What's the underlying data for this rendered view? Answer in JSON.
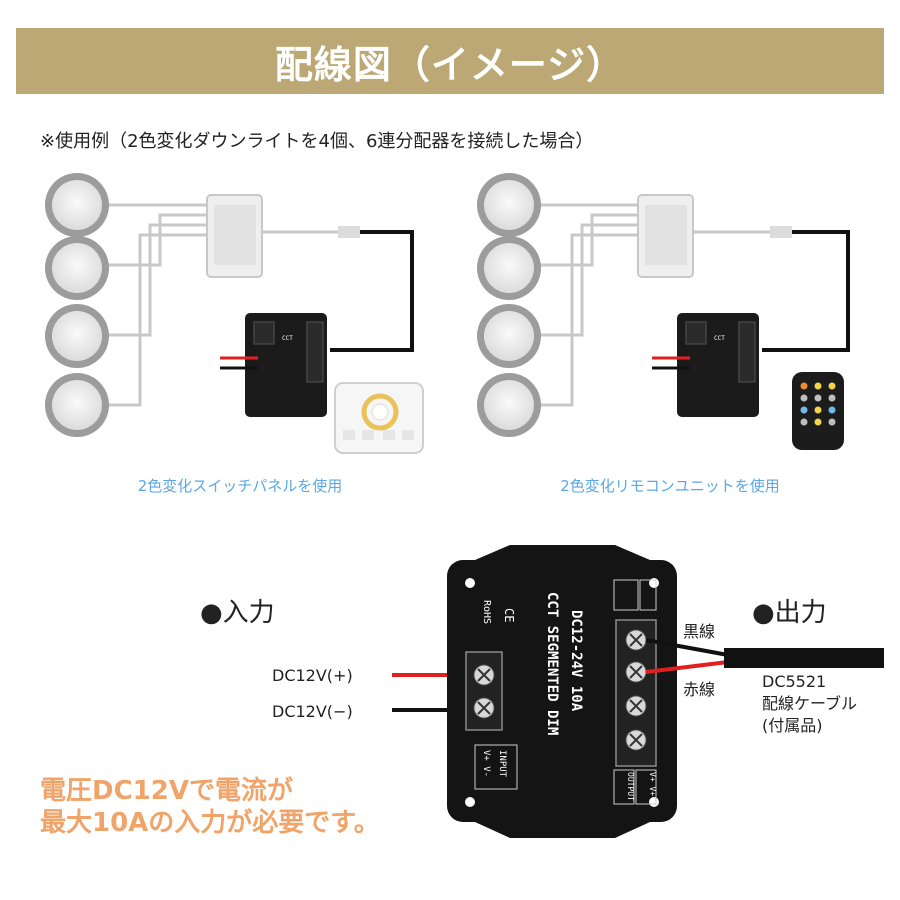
{
  "header": {
    "title": "配線図（イメージ）"
  },
  "usage_note": "※使用例（2色変化ダウンライトを4個、6連分配器を接続した場合）",
  "examples": [
    {
      "caption": "2色変化スイッチパネルを使用"
    },
    {
      "caption": "2色変化リモコンユニットを使用"
    }
  ],
  "controller": {
    "model": "CCT SEGMENTED DIM",
    "rating": "DC12-24V  10A",
    "input_mark": "INPUT",
    "input_terms": "V+  V-",
    "output_mark": "OUTPUT",
    "output_terms": "V+  V+",
    "cert": "RoHS",
    "ce": "CE"
  },
  "input": {
    "title": "●入力",
    "plus_label": "DC12V(+)",
    "minus_label": "DC12V(−)"
  },
  "output": {
    "title": "●出力",
    "black_wire": "黒線",
    "red_wire": "赤線",
    "cable_line1": "DC5521",
    "cable_line2": "配線ケーブル",
    "cable_line3": "(付属品)"
  },
  "note": {
    "line1": "電圧DC12Vで電流が",
    "line2": "最大10Aの入力が必要です。"
  },
  "colors": {
    "header_bg": "#bba874",
    "caption": "#5aa9e6",
    "note": "#f0a46a",
    "red_wire": "#e02020",
    "black_wire": "#111111"
  }
}
